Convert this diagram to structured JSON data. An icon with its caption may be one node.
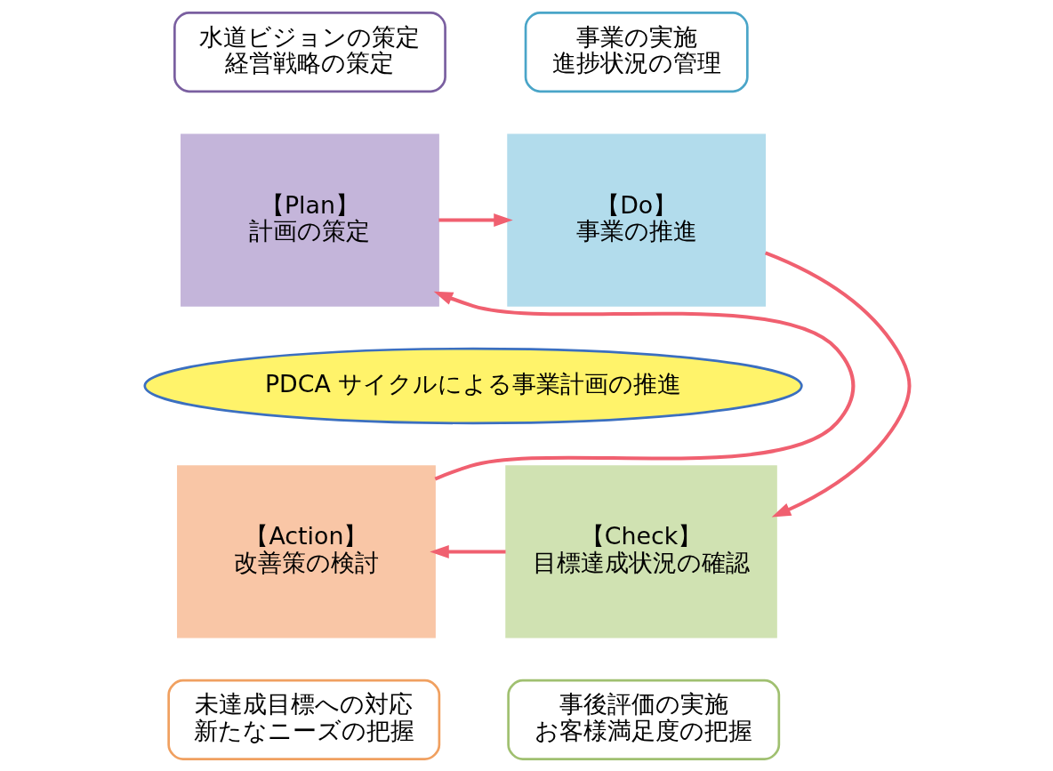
{
  "diagram": {
    "nodes": [
      {
        "text": [
          "水道ビジョンの策定",
          "経営戦略の策定"
        ]
      },
      {
        "text": [
          "事業の実施",
          "進捗状況の管理"
        ]
      },
      {
        "text": [
          "【Plan】",
          "計画の策定"
        ]
      },
      {
        "text": [
          "【Do】",
          "事業の推進"
        ]
      },
      {
        "text": [
          "PDCA サイクルによる事業計画の推進"
        ]
      },
      {
        "text": [
          "【Action】",
          "改善策の検討"
        ]
      },
      {
        "text": [
          "【Check】",
          "目標達成状況の確認"
        ]
      },
      {
        "text": [
          "未達成目標への対応",
          "新たなニーズの把握"
        ]
      },
      {
        "text": [
          "事後評価の実施",
          "お客様満足度の把握"
        ]
      }
    ],
    "edges": [
      {
        "from": 2,
        "to": 3,
        "arrow": "to"
      },
      {
        "from": 3,
        "to": 6,
        "arrow": "to"
      },
      {
        "from": 6,
        "to": 5,
        "arrow": "to"
      },
      {
        "from": 5,
        "to": 2,
        "arrow": "to"
      }
    ]
  }
}
